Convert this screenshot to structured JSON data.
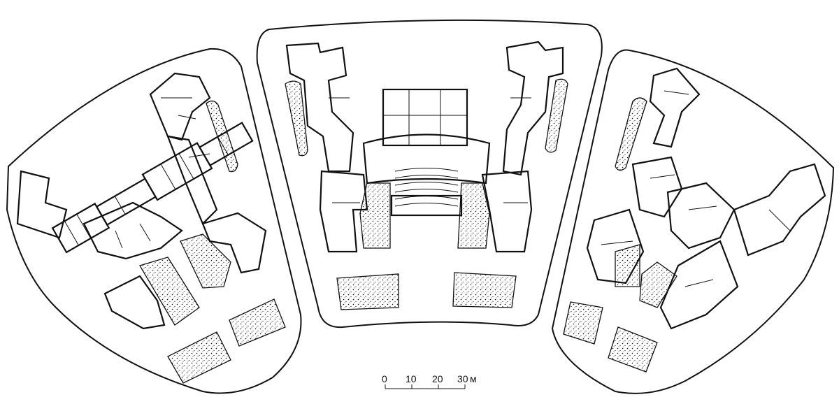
{
  "scale_bar": {
    "ticks": [
      "0",
      "10",
      "20",
      "30"
    ],
    "unit": "м"
  },
  "hatch_color": "#111111",
  "line_color": "#111111",
  "background": "#ffffff"
}
